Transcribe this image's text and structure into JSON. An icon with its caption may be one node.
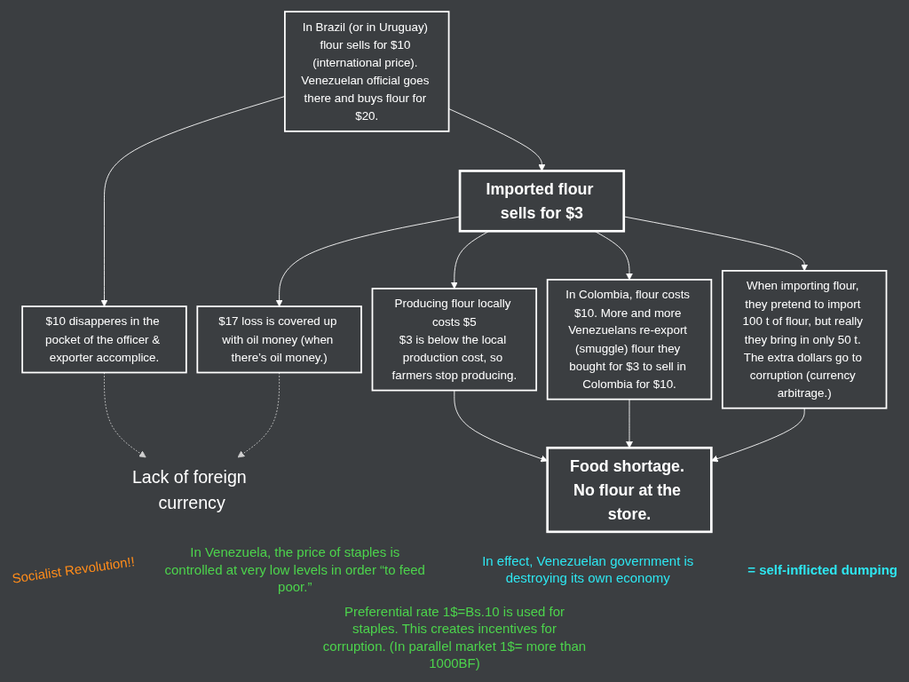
{
  "diagram": {
    "nodes": [
      {
        "text": [
          "In Brazil (or in Uruguay) flour sells for $10 (international price). Venezuelan official goes there and buys flour for $20."
        ]
      },
      {
        "text": [
          "$10 disapperes in the pocket of the officer & exporter accomplice."
        ]
      },
      {
        "text": [
          "Lack of foreign currency"
        ]
      },
      {
        "text": [
          "Imported flour sells for $3"
        ]
      },
      {
        "text": [
          "$17 loss is covered up with oil money (when there’s oil money.)"
        ]
      },
      {
        "text": [
          "Producing flour locally costs $5",
          "$3 is below the local production cost, so farmers stop producing."
        ]
      },
      {
        "text": [
          "In Colombia, flour costs $10. More and more Venezuelans re-export (smuggle) flour they bought for $3 to sell in Colombia for $10."
        ]
      },
      {
        "text": [
          "When importing flour, they pretend to import 100 t of flour, but really they bring in only 50 t. The extra dollars go to corruption (currency arbitrage.)"
        ]
      },
      {
        "text": [
          "Food shortage. No flour at the store."
        ]
      }
    ],
    "edges": [
      {
        "from": 0,
        "to": 1,
        "arrow": "to"
      },
      {
        "from": 1,
        "to": 2,
        "arrow": "to",
        "style": "dashed"
      },
      {
        "from": 4,
        "to": 2,
        "arrow": "to",
        "style": "dashed"
      },
      {
        "from": 0,
        "to": 3,
        "arrow": "to"
      },
      {
        "from": 3,
        "to": 4,
        "arrow": "to"
      },
      {
        "from": 3,
        "to": 5,
        "arrow": "to"
      },
      {
        "from": 3,
        "to": 6,
        "arrow": "to"
      },
      {
        "from": 3,
        "to": 7,
        "arrow": "to"
      },
      {
        "from": 5,
        "to": 8,
        "arrow": "to"
      },
      {
        "from": 6,
        "to": 8,
        "arrow": "to"
      },
      {
        "from": 7,
        "to": 8,
        "arrow": "to"
      }
    ],
    "labels": [
      "Socialist Revolution!!",
      "In Venezuela, the price of staples is controlled at very low levels in order “to feed poor.”",
      "In effect, Venezuelan government is destroying its own economy",
      "= self-inflicted dumping",
      "Preferential rate 1$=Bs.10 is used for staples. This creates incentives for corruption. (In parallel market 1$= more than 1000BF)"
    ]
  }
}
